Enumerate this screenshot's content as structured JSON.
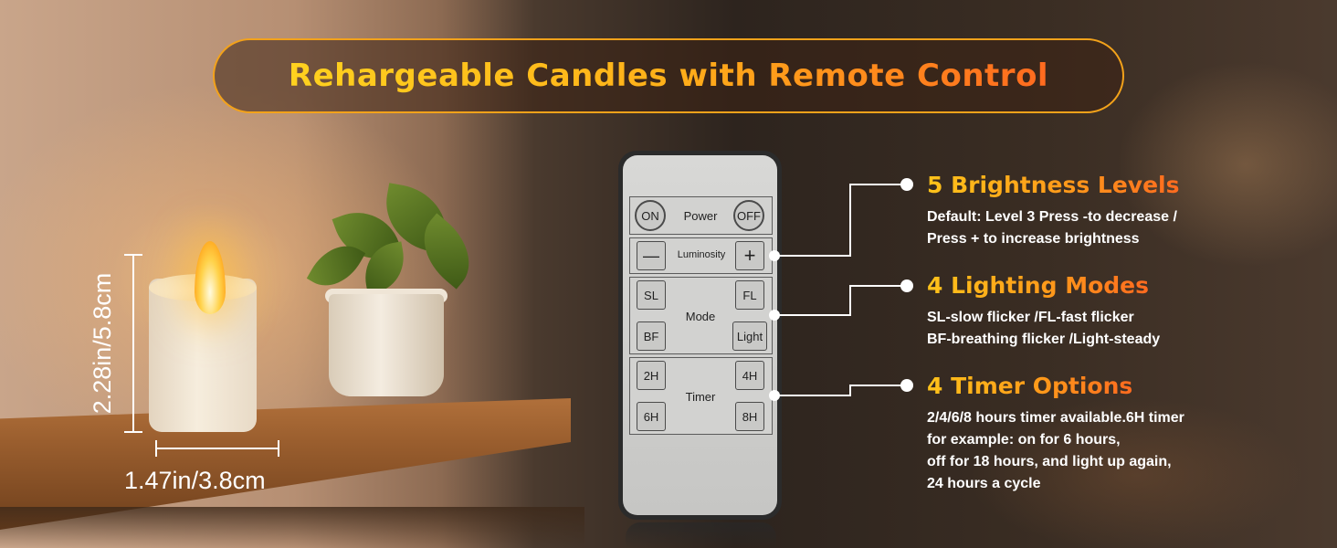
{
  "title": "Rehargeable Candles with Remote Control",
  "dimensions": {
    "height": "2.28in/5.8cm",
    "width": "1.47in/3.8cm"
  },
  "remote": {
    "power": {
      "on": "ON",
      "label": "Power",
      "off": "OFF"
    },
    "luminosity": {
      "minus": "—",
      "label": "Luminosity",
      "plus": "+"
    },
    "mode": {
      "sl": "SL",
      "fl": "FL",
      "label": "Mode",
      "bf": "BF",
      "light": "Light"
    },
    "timer": {
      "h2": "2H",
      "h4": "4H",
      "label": "Timer",
      "h6": "6H",
      "h8": "8H"
    }
  },
  "features": [
    {
      "title": "5 Brightness Levels",
      "lines": [
        "Default: Level 3 Press -to decrease /",
        "Press + to increase brightness"
      ]
    },
    {
      "title": "4 Lighting Modes",
      "lines": [
        "SL-slow flicker /FL-fast flicker",
        "BF-breathing flicker /Light-steady"
      ]
    },
    {
      "title": "4 Timer Options",
      "lines": [
        "2/4/6/8 hours timer available.6H timer",
        "for example: on for 6 hours,",
        "off for 18 hours, and light up again,",
        "24 hours a cycle"
      ]
    }
  ],
  "colors": {
    "accent_yellow": "#ffd21f",
    "accent_orange": "#ff6a1f",
    "pill_border": "#f3a21a"
  }
}
